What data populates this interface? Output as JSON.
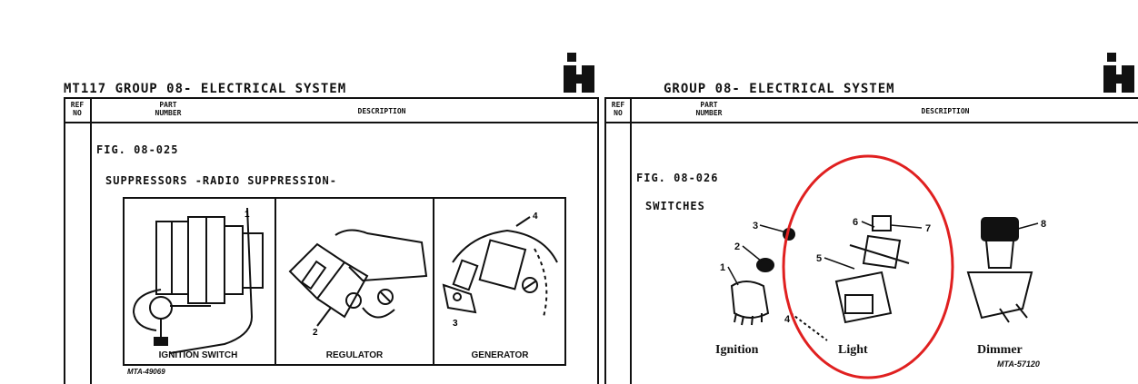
{
  "left_page": {
    "header": "MT117 GROUP 08- ELECTRICAL SYSTEM",
    "col_ref": [
      "REF",
      "NO"
    ],
    "col_part": [
      "PART",
      "NUMBER"
    ],
    "col_desc": "DESCRIPTION",
    "fig": "FIG. 08-025",
    "subtitle": "SUPPRESSORS -RADIO SUPPRESSION-",
    "panels": [
      {
        "caption": "IGNITION SWITCH",
        "callouts": [
          "1"
        ]
      },
      {
        "caption": "REGULATOR",
        "callouts": [
          "2"
        ]
      },
      {
        "caption": "GENERATOR",
        "callouts": [
          "3",
          "4"
        ]
      }
    ],
    "figure_code": "MTA-49069"
  },
  "right_page": {
    "header": "GROUP 08- ELECTRICAL SYSTEM",
    "col_ref": [
      "REF",
      "NO"
    ],
    "col_part": [
      "PART",
      "NUMBER"
    ],
    "col_desc": "DESCRIPTION",
    "fig": "FIG. 08-026",
    "subtitle": "SWITCHES",
    "captions": [
      "Ignition",
      "Light",
      "Dimmer"
    ],
    "callouts": [
      "1",
      "2",
      "3",
      "4",
      "5",
      "6",
      "7",
      "8"
    ],
    "figure_code": "MTA-57120",
    "highlight_color": "#e02020"
  },
  "logo_icon": "ih-logo-icon"
}
